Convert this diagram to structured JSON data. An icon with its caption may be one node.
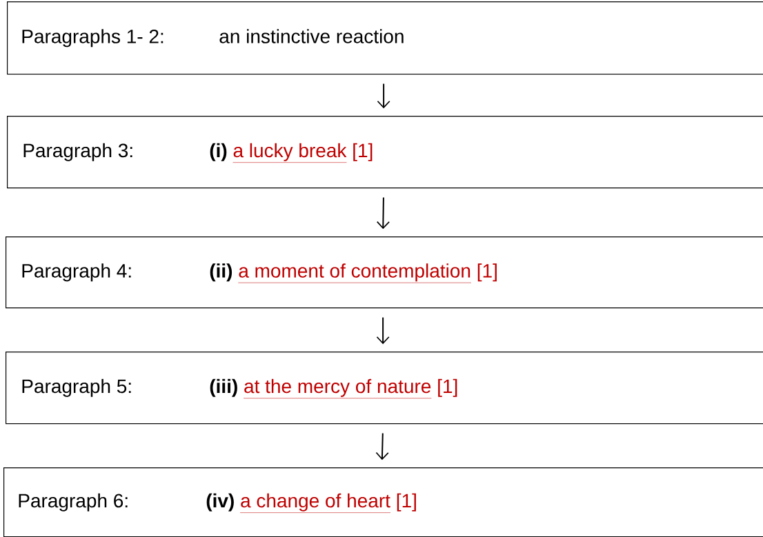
{
  "diagram": {
    "nodes": [
      {
        "text": [
          "Paragraphs 1- 2:",
          "an instinctive reaction"
        ]
      },
      {
        "text": [
          "Paragraph 3:",
          "(i)",
          "a lucky break",
          "[1]"
        ]
      },
      {
        "text": [
          "Paragraph 4:",
          "(ii)",
          "a moment of contemplation",
          "[1]"
        ]
      },
      {
        "text": [
          "Paragraph 5:",
          "(iii)",
          "at the mercy of nature",
          "[1]"
        ]
      },
      {
        "text": [
          "Paragraph 6:",
          "(iv)",
          "a change of heart",
          "[1]"
        ]
      }
    ],
    "edges": [
      {
        "from": 0,
        "to": 1,
        "arrow": "to"
      },
      {
        "from": 1,
        "to": 2,
        "arrow": "to"
      },
      {
        "from": 2,
        "to": 3,
        "arrow": "to"
      },
      {
        "from": 3,
        "to": 4,
        "arrow": "to"
      }
    ]
  }
}
